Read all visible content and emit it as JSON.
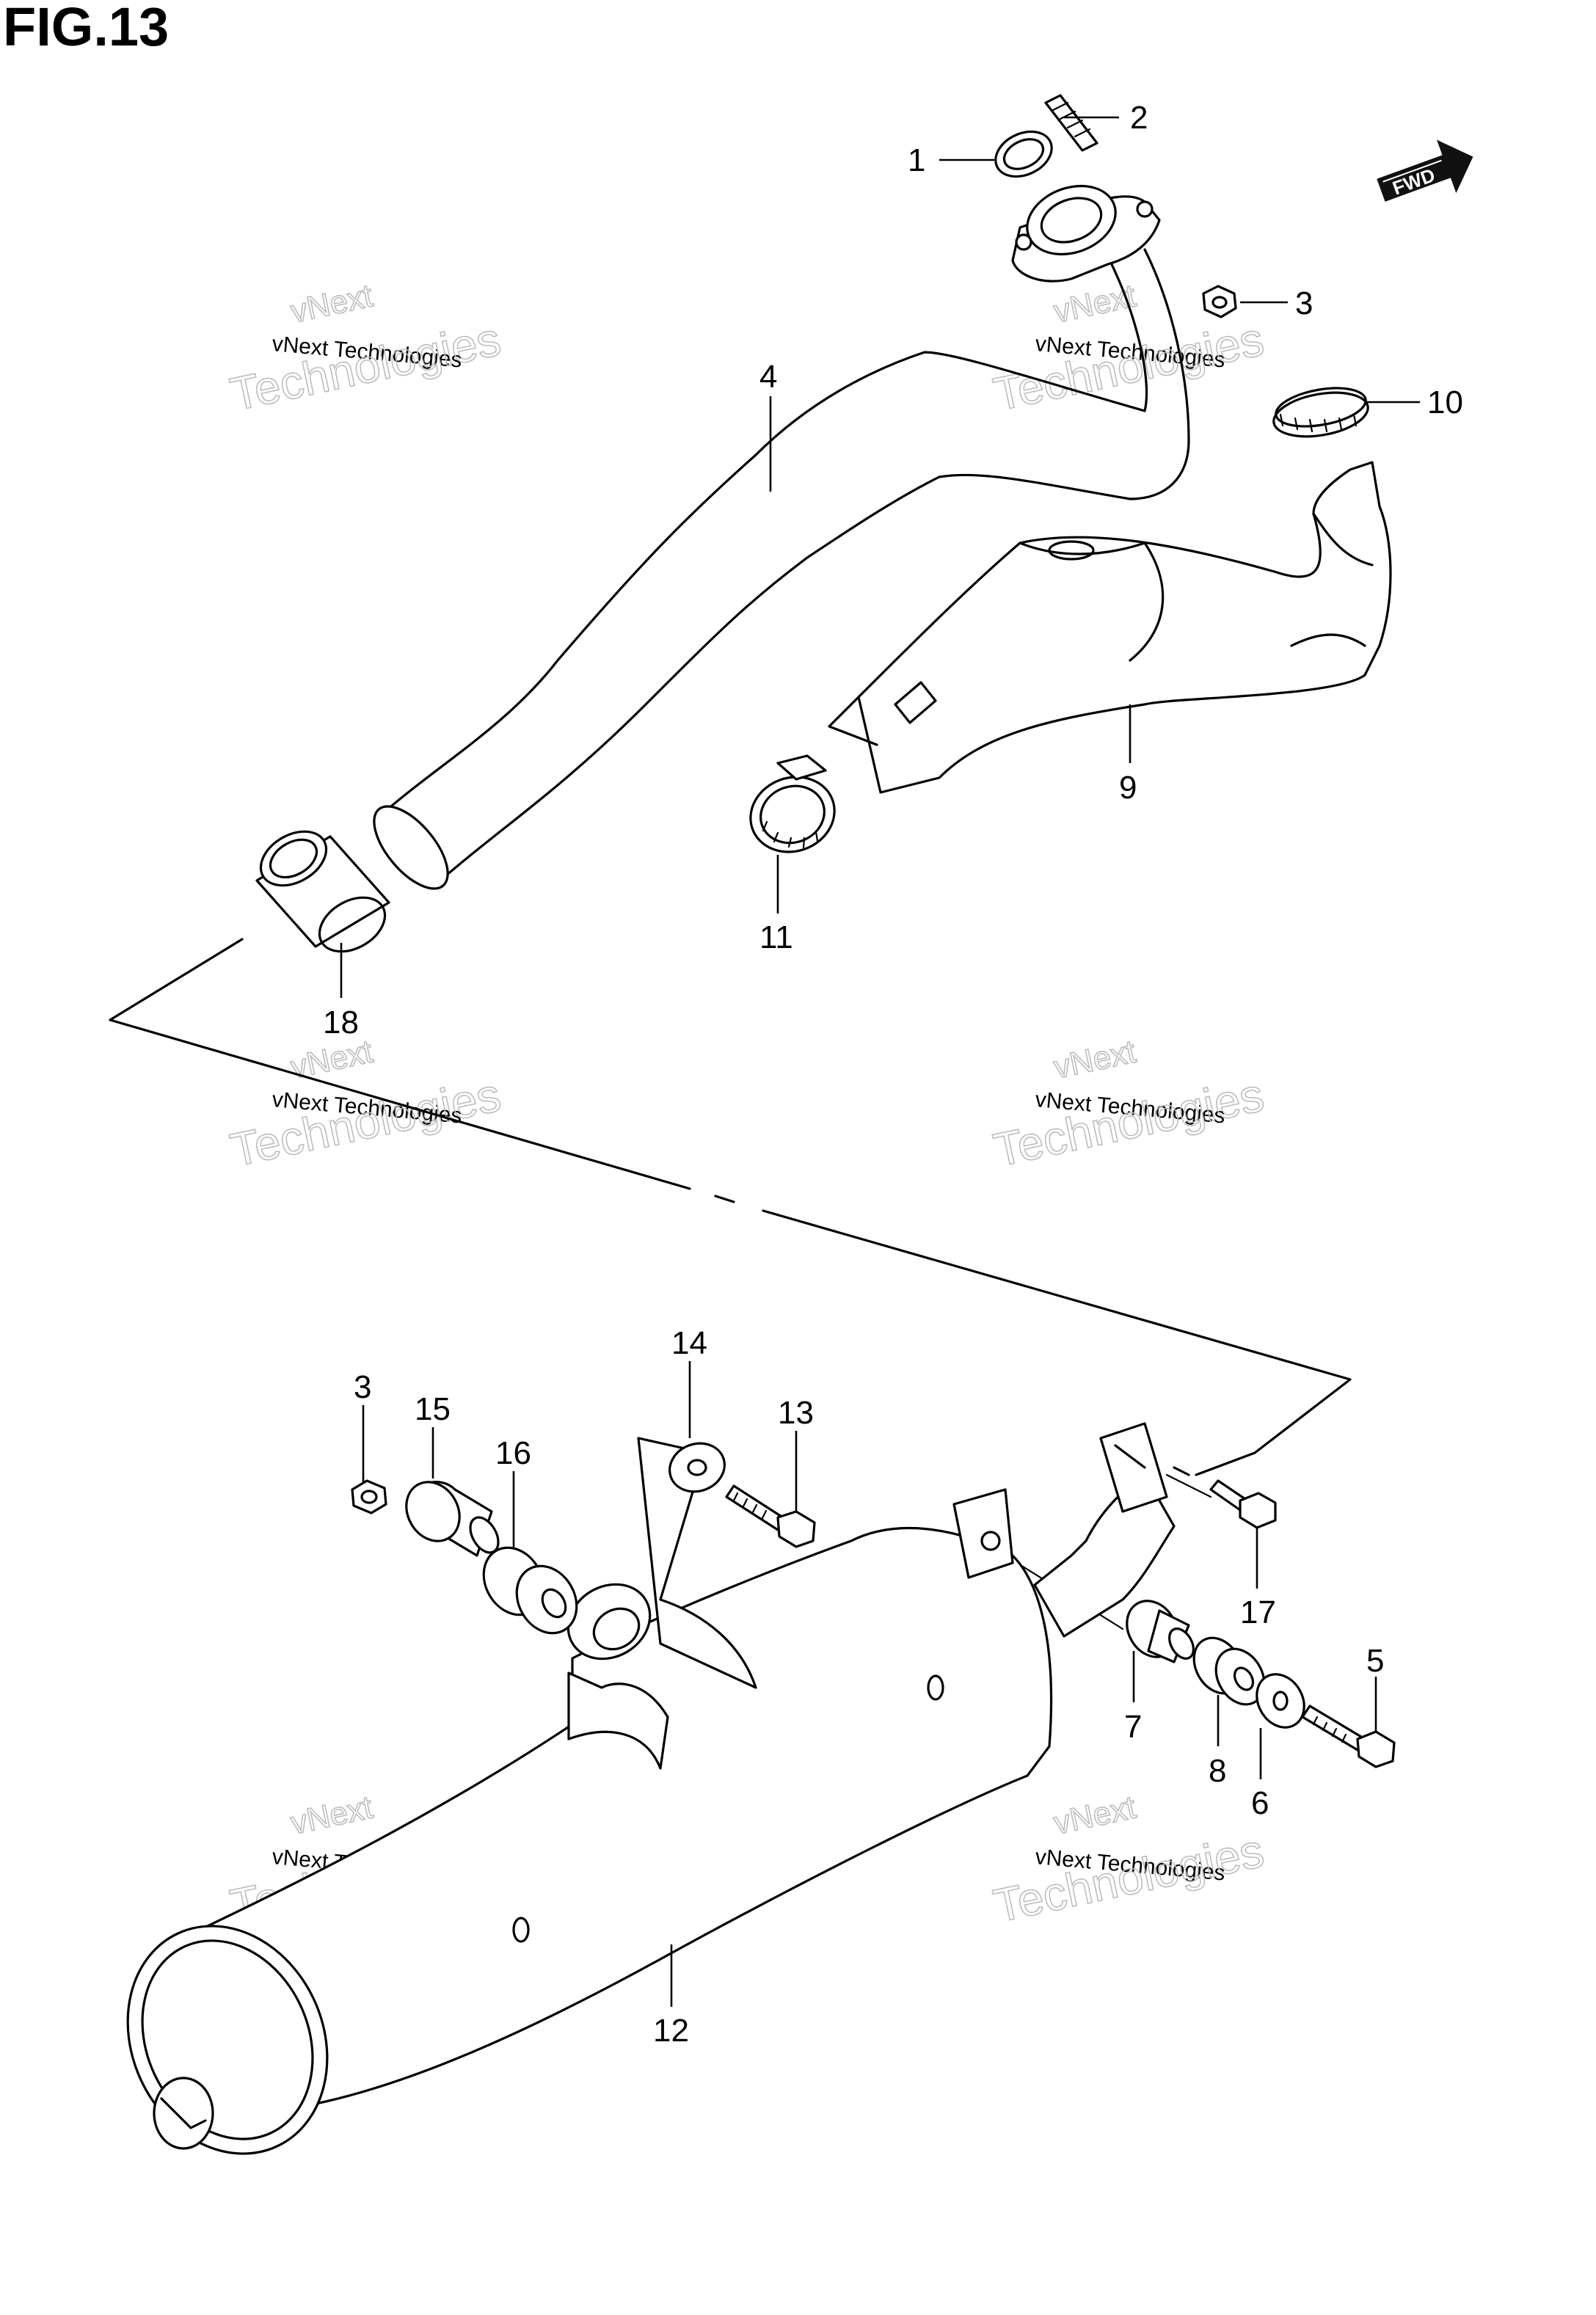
{
  "figure": {
    "title": "FIG.13"
  },
  "direction_badge": {
    "text": "FWD"
  },
  "watermark": {
    "brand": "vNext",
    "line1": "vNext Technologies",
    "line2": "Technologies"
  },
  "callouts": [
    {
      "id": "c1",
      "text": "1"
    },
    {
      "id": "c2",
      "text": "2"
    },
    {
      "id": "c3a",
      "text": "3"
    },
    {
      "id": "c10",
      "text": "10"
    },
    {
      "id": "c4",
      "text": "4"
    },
    {
      "id": "c9",
      "text": "9"
    },
    {
      "id": "c11",
      "text": "11"
    },
    {
      "id": "c18",
      "text": "18"
    },
    {
      "id": "c14",
      "text": "14"
    },
    {
      "id": "c3b",
      "text": "3"
    },
    {
      "id": "c15",
      "text": "15"
    },
    {
      "id": "c16",
      "text": "16"
    },
    {
      "id": "c13",
      "text": "13"
    },
    {
      "id": "c17",
      "text": "17"
    },
    {
      "id": "c5",
      "text": "5"
    },
    {
      "id": "c7",
      "text": "7"
    },
    {
      "id": "c8",
      "text": "8"
    },
    {
      "id": "c6",
      "text": "6"
    },
    {
      "id": "c12",
      "text": "12"
    }
  ]
}
